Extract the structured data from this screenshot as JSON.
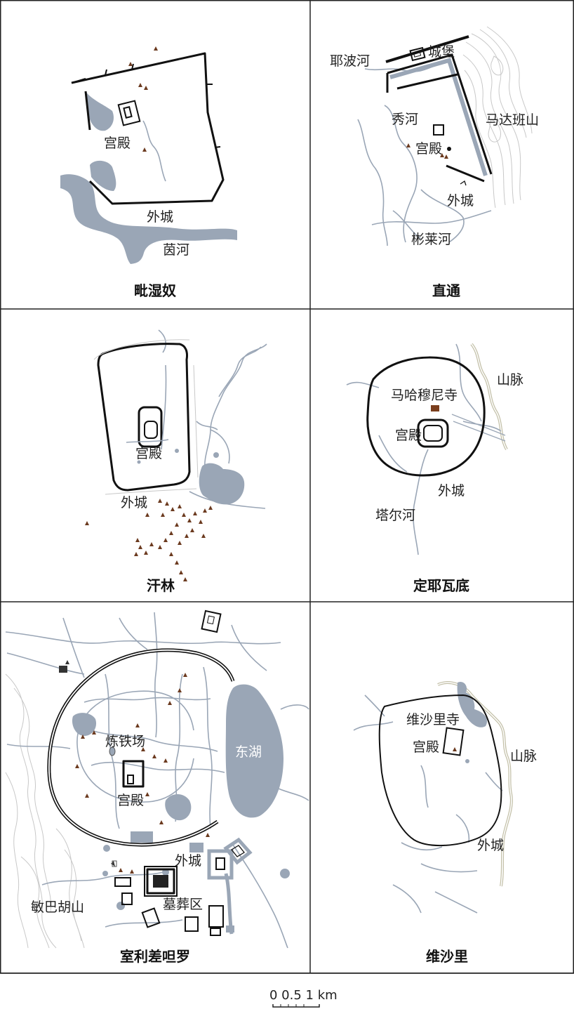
{
  "scale_bar": {
    "text": "0  0.5 1 km"
  },
  "panels": [
    {
      "id": "bishnu",
      "title": "毗湿奴",
      "labels": {
        "palace": "宫殿",
        "outer_city": "外城",
        "river": "茵河"
      }
    },
    {
      "id": "thaton",
      "title": "直通",
      "labels": {
        "river1": "耶波河",
        "castle": "城堡",
        "river2": "秀河",
        "mountain": "马达班山",
        "palace": "宫殿",
        "outer_city": "外城",
        "river3": "彬莱河"
      }
    },
    {
      "id": "halin",
      "title": "汗林",
      "labels": {
        "palace": "宫殿",
        "outer_city": "外城"
      }
    },
    {
      "id": "dinyawadi",
      "title": "定耶瓦底",
      "labels": {
        "mountain": "山脉",
        "temple": "马哈穆尼寺",
        "palace": "宫殿",
        "outer_city": "外城",
        "river": "塔尔河"
      }
    },
    {
      "id": "srikshetra",
      "title": "室利差呾罗",
      "labels": {
        "furnace": "炼铁场",
        "lake": "东湖",
        "palace": "宫殿",
        "outer_city": "外城",
        "mountain": "敏巴胡山",
        "cemetery": "墓葬区"
      }
    },
    {
      "id": "vesali",
      "title": "维沙里",
      "labels": {
        "temple": "维沙里寺",
        "palace": "宫殿",
        "mountain": "山脉",
        "outer_city": "外城"
      }
    }
  ],
  "colors": {
    "water": "#9aa6b6",
    "wall": "#111111",
    "site_marker": "#6b3a1f",
    "hill_contour": "#c8c8c8"
  }
}
